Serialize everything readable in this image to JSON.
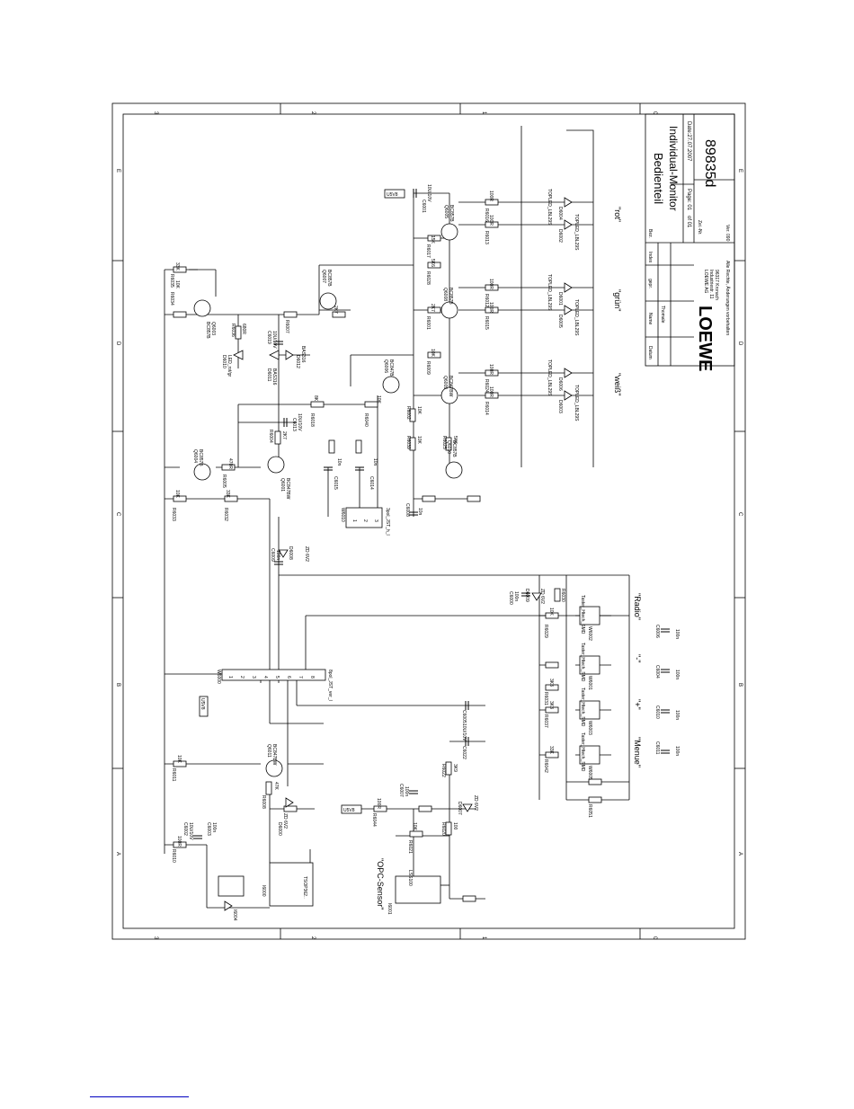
{
  "title_block": {
    "title_line1": "Bedienteil",
    "title_line2": "Individual-Monitor",
    "date": "Date:27.07.2007",
    "page": "Page: 01",
    "of": "of 01",
    "zei_nr_label": "Zei.-Nr.",
    "drawing_number": "89835d",
    "company": "LOEWE",
    "company_line1": "LOEWE AG",
    "company_line2": "Industriestr. 11",
    "company_line3": "96317 Kronach",
    "rights_note": "Alle Rechte, Änderungen vorbehalten",
    "col_datum": "Datum",
    "col_name": "Name",
    "col_gepr": "gepr.",
    "col_index": "Index",
    "col_bez": "Bez.",
    "name_value": "Thomale",
    "ver_label": "Ver. 090"
  },
  "frame": {
    "top_zones": [
      "3",
      "2",
      "1",
      "0"
    ],
    "side_zones": [
      "E",
      "D",
      "C",
      "B",
      "A"
    ]
  },
  "group_labels": {
    "rot": "\"rot\"",
    "gruen": "\"grün\"",
    "weiss": "\"weiß\"",
    "radio": "\"Radio\"",
    "minus": "\"-\"",
    "plus": "\"+\"",
    "menue": "\"Menue\"",
    "opc": "\"OPC-Sensor\""
  },
  "nets": {
    "u5v8_top": "U5V8",
    "u5v8_w6000": "U5V8",
    "u5v8_opc": "U5V8"
  },
  "transistors": [
    {
      "ref": "Q6003",
      "type": "BC857B"
    },
    {
      "ref": "Q6004",
      "type": "BC857B"
    },
    {
      "ref": "Q6001",
      "type": "BC847BW"
    },
    {
      "ref": "Q6011",
      "type": "BC847BW"
    },
    {
      "ref": "Q6005",
      "type": "BC857B"
    },
    {
      "ref": "Q6006",
      "type": "BC847B"
    },
    {
      "ref": "Q6007",
      "type": "BC857B"
    },
    {
      "ref": "Q6008",
      "type": "BC857B"
    },
    {
      "ref": "Q6009",
      "type": "BC847BW"
    },
    {
      "ref": "Q6010",
      "type": "BC857B"
    }
  ],
  "resistors": [
    {
      "ref": "R6035",
      "value": "33K"
    },
    {
      "ref": "R6034",
      "value": "10K"
    },
    {
      "ref": "R6036",
      "value": "680R"
    },
    {
      "ref": "R6007",
      "value": "2K7"
    },
    {
      "ref": "R6033",
      "value": "10K"
    },
    {
      "ref": "R6032",
      "value": "33K"
    },
    {
      "ref": "R6004",
      "value": "2K7"
    },
    {
      "ref": "R6005",
      "value": "470R"
    },
    {
      "ref": "R6016",
      "value": "100R"
    },
    {
      "ref": "R6013",
      "value": "100R"
    },
    {
      "ref": "R6017",
      "value": "15K"
    },
    {
      "ref": "R6028",
      "value": "5K6"
    },
    {
      "ref": "R6012",
      "value": "100R"
    },
    {
      "ref": "R6015",
      "value": "100R"
    },
    {
      "ref": "R6001",
      "value": "2K7"
    },
    {
      "ref": "R6009",
      "value": "10K"
    },
    {
      "ref": "R6024",
      "value": "100R"
    },
    {
      "ref": "R6014",
      "value": "100R"
    },
    {
      "ref": "R6002",
      "value": "10K"
    },
    {
      "ref": "R6039",
      "value": "10K"
    },
    {
      "ref": "R6025",
      "value": "5K6"
    },
    {
      "ref": "R6018",
      "value": "8K"
    },
    {
      "ref": "R6040",
      "value": "10K"
    },
    {
      "ref": "R6029",
      "value": "10K"
    },
    {
      "ref": "R6031",
      "value": "3K3"
    },
    {
      "ref": "R6037",
      "value": "3K3"
    },
    {
      "ref": "R6042",
      "value": "33K"
    },
    {
      "ref": "R6011",
      "value": "10K"
    },
    {
      "ref": "R6010",
      "value": "100R"
    },
    {
      "ref": "R6008",
      "value": "47K"
    },
    {
      "ref": "R6021",
      "value": "10K"
    },
    {
      "ref": "R6044",
      "value": "100R"
    },
    {
      "ref": "R6022",
      "value": "3K9"
    },
    {
      "ref": "R6020",
      "value": "100"
    },
    {
      "ref": "R6051",
      "value": ""
    },
    {
      "ref": "R6030",
      "value": ""
    }
  ],
  "capacitors": [
    {
      "ref": "C6001",
      "value": "10U/10V"
    },
    {
      "ref": "C6019",
      "value": "10U/10V"
    },
    {
      "ref": "C6013",
      "value": "10U/10V"
    },
    {
      "ref": "C6015",
      "value": "10n"
    },
    {
      "ref": "C6014",
      "value": "10n"
    },
    {
      "ref": "C6008",
      "value": "10n"
    },
    {
      "ref": "C6009",
      "value": "100n"
    },
    {
      "ref": "C6000",
      "value": "100n"
    },
    {
      "ref": "C6005",
      "value": ""
    },
    {
      "ref": "C6022",
      "value": "10U/10V"
    },
    {
      "ref": "C6007",
      "value": "100n"
    },
    {
      "ref": "C6002",
      "value": "10U/10V"
    },
    {
      "ref": "C6003",
      "value": "100n"
    },
    {
      "ref": "C6006",
      "value": "100n"
    },
    {
      "ref": "C6004",
      "value": "100n"
    },
    {
      "ref": "C6010",
      "value": "100n"
    },
    {
      "ref": "C6011",
      "value": "100n"
    }
  ],
  "diodes": [
    {
      "ref": "D6004",
      "type": "TOPLED_LBL29S"
    },
    {
      "ref": "D6002",
      "type": "TOPLED_LBL29S"
    },
    {
      "ref": "D6001",
      "type": "TOPLED_LBL29S"
    },
    {
      "ref": "D6005",
      "type": "TOPLED_LBL29S"
    },
    {
      "ref": "D6006",
      "type": "TOPLED_LBL29S"
    },
    {
      "ref": "D6003",
      "type": "TOPLED_LBL29S"
    },
    {
      "ref": "D6010",
      "type": "LED_rot/gr"
    },
    {
      "ref": "D6012",
      "type": "BAS316"
    },
    {
      "ref": "D6011",
      "type": "BAS316"
    },
    {
      "ref": "D6009",
      "type": "ZD 6V2"
    },
    {
      "ref": "D6008",
      "type": "ZD 6V2"
    },
    {
      "ref": "D6000",
      "type": "ZD 6V2"
    },
    {
      "ref": "D6007",
      "type": "ZD 6V2"
    }
  ],
  "switches": [
    {
      "ref": "W6002",
      "type": "Taster_Htech_SMD"
    },
    {
      "ref": "W6001",
      "type": "Taster_Htech_SMD"
    },
    {
      "ref": "W6003",
      "type": "Taster_Htech_SMD"
    },
    {
      "ref": "W6005",
      "type": "Taster_Htech_SMD"
    }
  ],
  "connectors": [
    {
      "ref": "W6000",
      "type": "8pol_JST_ver_l",
      "pins": [
        "1",
        "2",
        "3",
        "4",
        "5",
        "6",
        "7",
        "8"
      ]
    },
    {
      "ref": "W6010",
      "type": "3pol_JST_h_l",
      "pins": [
        "1",
        "2",
        "3"
      ]
    }
  ],
  "ics": [
    {
      "ref": "I6000",
      "type": "TSOP362.."
    },
    {
      "ref": "I6001",
      "type": "LSS100"
    },
    {
      "ref": "I6004",
      "type": ""
    }
  ]
}
